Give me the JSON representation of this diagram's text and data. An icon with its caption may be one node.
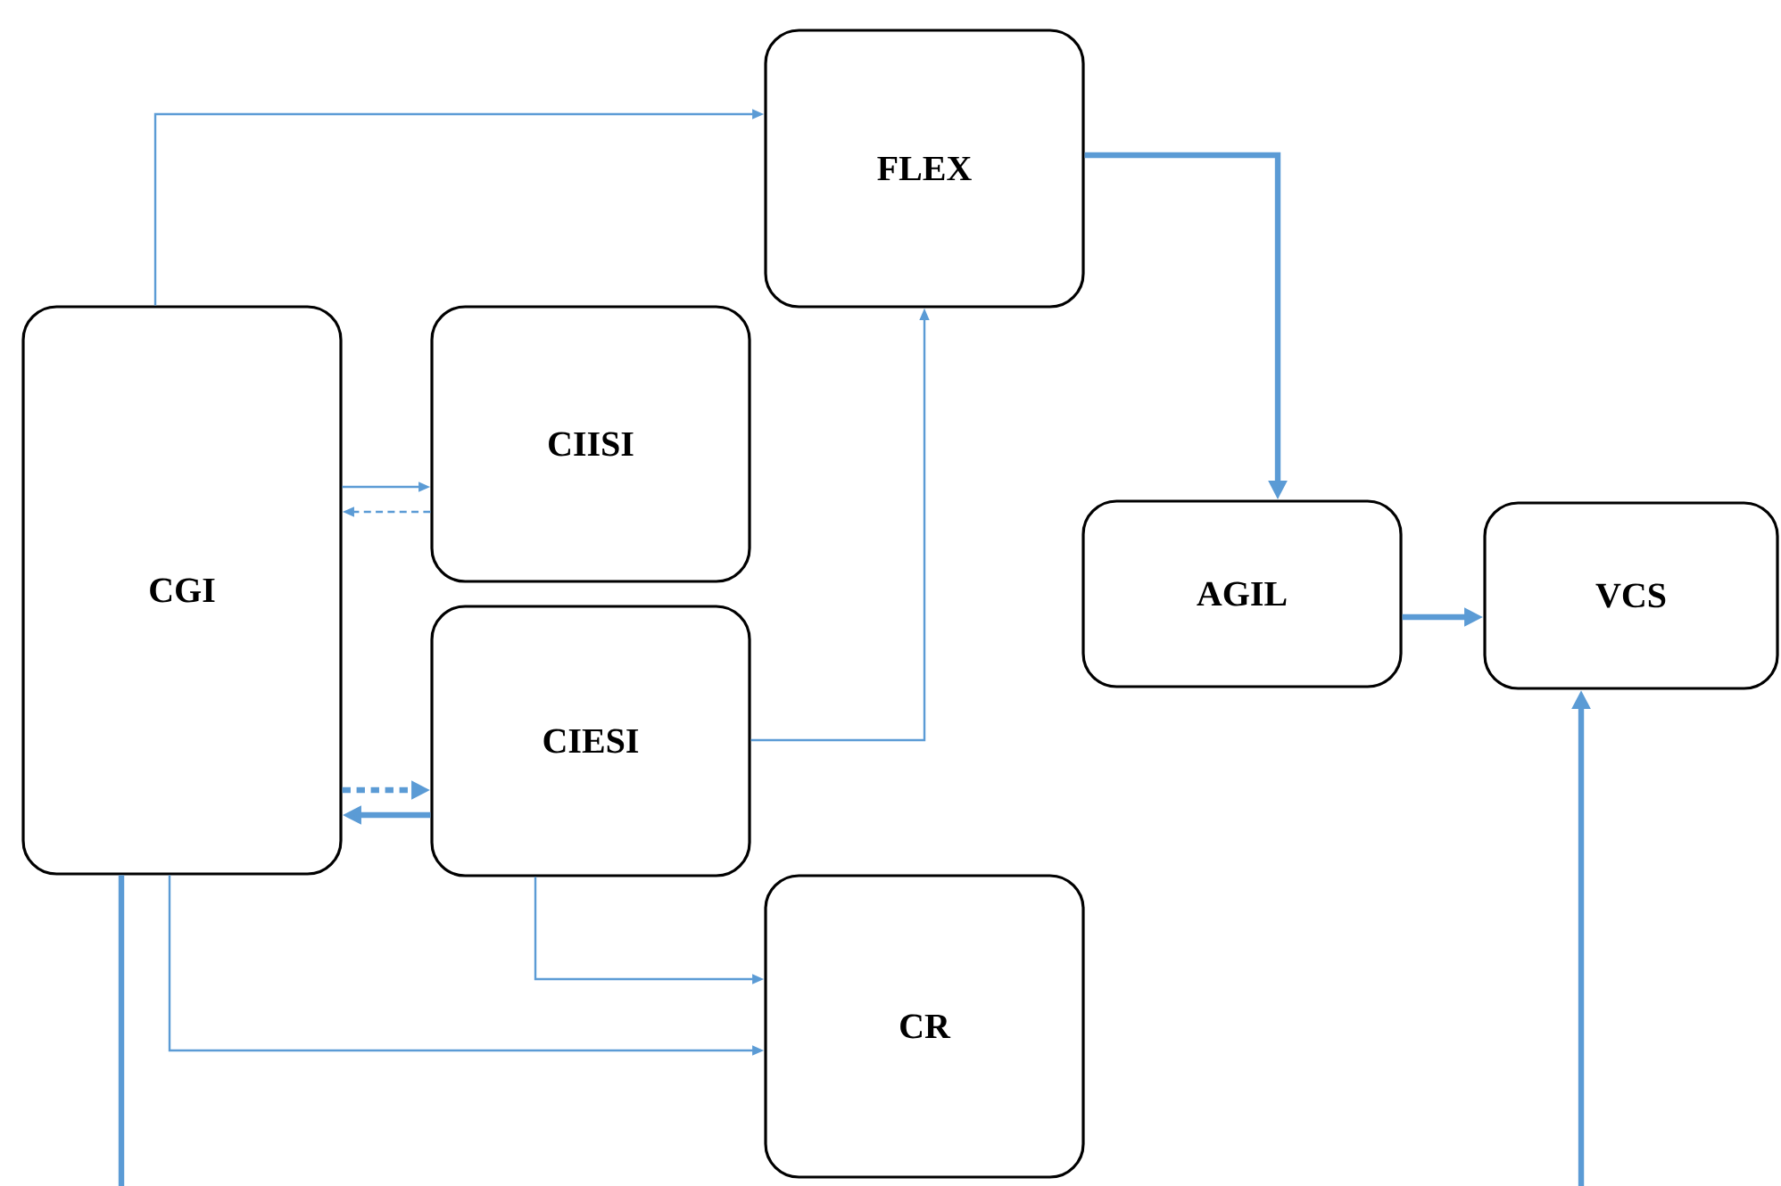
{
  "diagram": {
    "nodes": [
      {
        "text": [
          "CGI"
        ]
      },
      {
        "text": [
          "FLEX"
        ]
      },
      {
        "text": [
          "CIISI"
        ]
      },
      {
        "text": [
          "CIESI"
        ]
      },
      {
        "text": [
          "AGIL"
        ]
      },
      {
        "text": [
          "VCS"
        ]
      },
      {
        "text": [
          "CR"
        ]
      }
    ],
    "edges": [
      {
        "from": 0,
        "to": 1,
        "arrow": "to"
      },
      {
        "from": 0,
        "to": 2,
        "arrow": "to"
      },
      {
        "from": 2,
        "to": 0,
        "arrow": "to",
        "style": "dashed"
      },
      {
        "from": 0,
        "to": 3,
        "arrow": "to",
        "style": "dashed"
      },
      {
        "from": 3,
        "to": 0,
        "arrow": "to",
        "style": "thick"
      },
      {
        "from": 3,
        "to": 1,
        "arrow": "to"
      },
      {
        "from": 3,
        "to": 6,
        "arrow": "to"
      },
      {
        "from": 0,
        "to": 6,
        "arrow": "to"
      },
      {
        "from": 1,
        "to": 4,
        "arrow": "to",
        "style": "thick"
      },
      {
        "from": 4,
        "to": 5,
        "arrow": "to",
        "style": "thick"
      },
      {
        "from": null,
        "to": 5,
        "arrow": "to",
        "style": "thick"
      },
      {
        "from": 0,
        "to": null,
        "arrow": "none",
        "style": "thick"
      }
    ]
  }
}
